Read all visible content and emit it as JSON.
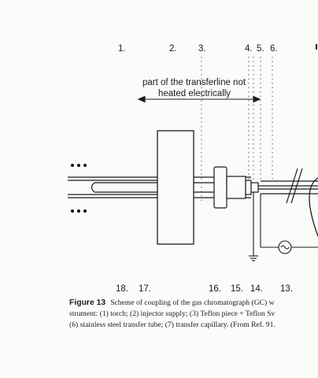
{
  "figure": {
    "top_labels": [
      "1.",
      "2.",
      "3.",
      "4.",
      "5.",
      "6."
    ],
    "bottom_labels": [
      "18.",
      "17.",
      "16.",
      "15.",
      "14.",
      "13."
    ],
    "annotation_line1": "part of the transferline not",
    "annotation_line2": "heated  electrically"
  },
  "caption": {
    "label": "Figure 13",
    "line1_rest": "Scheme of coupling of the gas chromatograph (GC) w",
    "line2": "strument: (1) torch; (2) injector supply; (3) Teflon piece + Teflon Sv",
    "line3": "(6) stainless steel transfer tube; (7) transfer capillary. (From Ref. 91."
  }
}
